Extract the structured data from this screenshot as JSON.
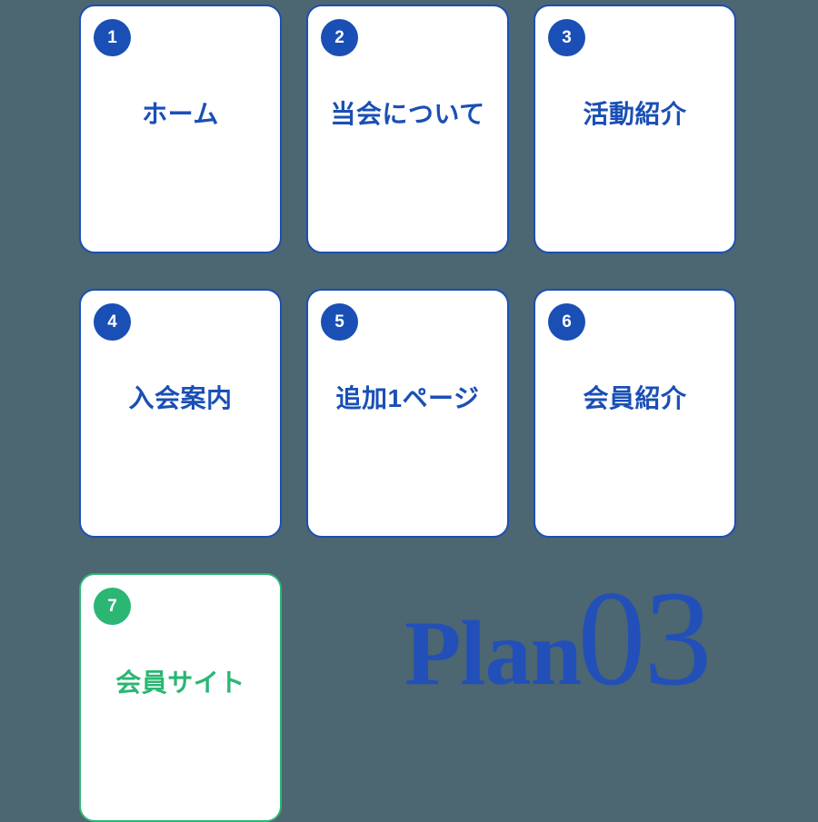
{
  "background_color": "#4c6672",
  "theme": {
    "primary_color": "#1a4fb5",
    "accent_color": "#2bb673",
    "card_background": "#ffffff",
    "wordmark_color": "#2250b8"
  },
  "cards": [
    {
      "number": "1",
      "label": "ホーム",
      "accent": "blue"
    },
    {
      "number": "2",
      "label": "当会について",
      "accent": "blue"
    },
    {
      "number": "3",
      "label": "活動紹介",
      "accent": "blue"
    },
    {
      "number": "4",
      "label": "入会案内",
      "accent": "blue"
    },
    {
      "number": "5",
      "label": "追加1ページ",
      "accent": "blue"
    },
    {
      "number": "6",
      "label": "会員紹介",
      "accent": "blue"
    },
    {
      "number": "7",
      "label": "会員サイト",
      "accent": "green"
    }
  ],
  "wordmark": {
    "word": "Plan",
    "number": "03"
  }
}
